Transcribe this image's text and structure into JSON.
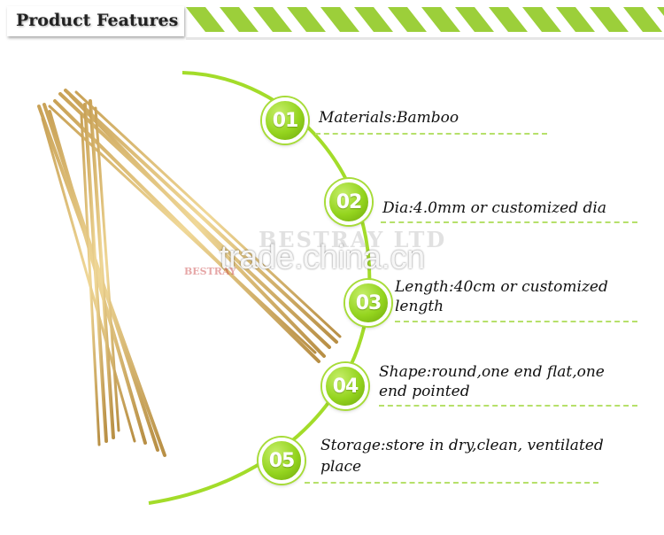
{
  "header": {
    "title": "Product Features",
    "accent_color": "#9ccf3a"
  },
  "features": [
    {
      "number": "01",
      "text": "Materials:Bamboo"
    },
    {
      "number": "02",
      "text": "Dia:4.0mm or customized dia"
    },
    {
      "number": "03",
      "line1": "Length:40cm or customized",
      "line2": "length"
    },
    {
      "number": "04",
      "line1": "Shape:round,one end flat,one",
      "line2": "end pointed"
    },
    {
      "number": "05",
      "line1": "Storage:store in dry,clean, ventilated",
      "line2": "place"
    }
  ],
  "watermark": {
    "main": "trade.china.cn",
    "brand": "BESTRAY LTD",
    "small": "BESTRAY"
  },
  "image": {
    "subject": "bamboo-skewers",
    "color": "#e2c178"
  }
}
